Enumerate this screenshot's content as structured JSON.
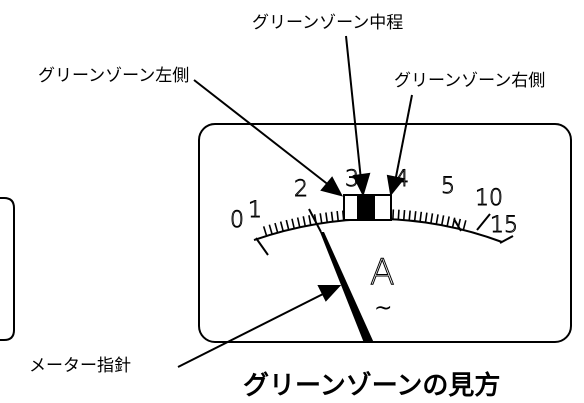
{
  "labels": {
    "center": "グリーンゾーン中程",
    "left": "グリーンゾーン左側",
    "right": "グリーンゾーン右側",
    "needle": "メーター指針"
  },
  "caption": "グリーンゾーンの見方",
  "meter": {
    "scale_numbers": [
      "0",
      "1",
      "2",
      "3",
      "4",
      "5",
      "10",
      "15"
    ],
    "unit": "A",
    "unit_symbol": "~"
  }
}
